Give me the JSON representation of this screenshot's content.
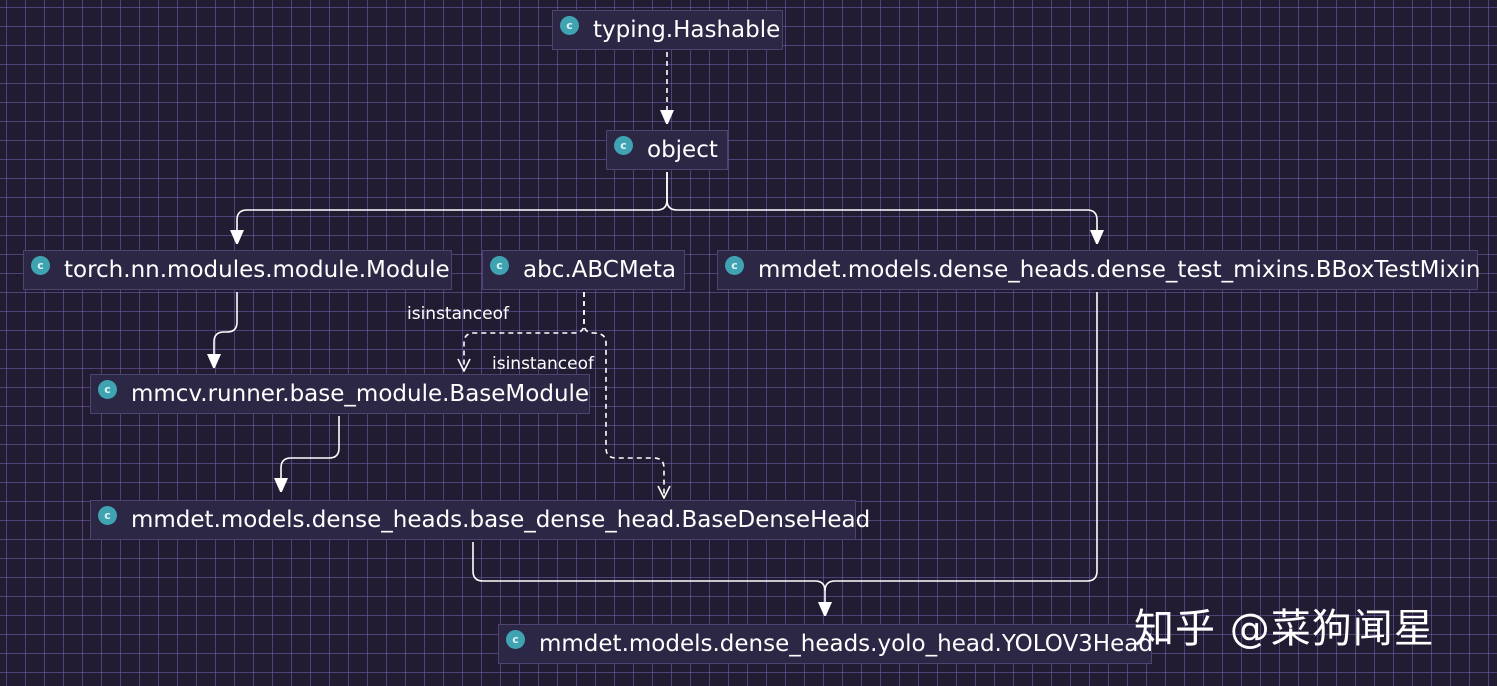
{
  "diagram": {
    "nodes": [
      {
        "id": "hashable",
        "label": "typing.Hashable",
        "icon": "class-icon",
        "icon_glyph": "c"
      },
      {
        "id": "object",
        "label": "object",
        "icon": "class-icon",
        "icon_glyph": "c"
      },
      {
        "id": "torch_module",
        "label": "torch.nn.modules.module.Module",
        "icon": "class-icon",
        "icon_glyph": "c"
      },
      {
        "id": "abcmeta",
        "label": "abc.ABCMeta",
        "icon": "class-icon",
        "icon_glyph": "c"
      },
      {
        "id": "bboxtestmixin",
        "label": "mmdet.models.dense_heads.dense_test_mixins.BBoxTestMixin",
        "icon": "class-icon",
        "icon_glyph": "c"
      },
      {
        "id": "basemodule",
        "label": "mmcv.runner.base_module.BaseModule",
        "icon": "class-icon",
        "icon_glyph": "c"
      },
      {
        "id": "basedensehead",
        "label": "mmdet.models.dense_heads.base_dense_head.BaseDenseHead",
        "icon": "class-icon",
        "icon_glyph": "c"
      },
      {
        "id": "yolov3head",
        "label": "mmdet.models.dense_heads.yolo_head.YOLOV3Head",
        "icon": "class-icon",
        "icon_glyph": "c"
      }
    ],
    "edges": [
      {
        "from": "hashable",
        "to": "object",
        "style": "dashed"
      },
      {
        "from": "object",
        "to": "torch_module",
        "style": "solid"
      },
      {
        "from": "object",
        "to": "bboxtestmixin",
        "style": "solid"
      },
      {
        "from": "torch_module",
        "to": "basemodule",
        "style": "solid"
      },
      {
        "from": "abcmeta",
        "to": "basemodule",
        "style": "dashed",
        "label": "isinstanceof"
      },
      {
        "from": "abcmeta",
        "to": "basedensehead",
        "style": "dashed",
        "label": "isinstanceof"
      },
      {
        "from": "basemodule",
        "to": "basedensehead",
        "style": "solid"
      },
      {
        "from": "basedensehead",
        "to": "yolov3head",
        "style": "solid"
      },
      {
        "from": "bboxtestmixin",
        "to": "yolov3head",
        "style": "solid"
      }
    ]
  },
  "watermark": "知乎 @菜狗闻星",
  "colors": {
    "background": "#221c33",
    "grid": "#5a4a80",
    "node_fill": "#2c2745",
    "node_border": "#4d4470",
    "class_icon": "#3fa3b1",
    "edge": "#ffffff"
  }
}
